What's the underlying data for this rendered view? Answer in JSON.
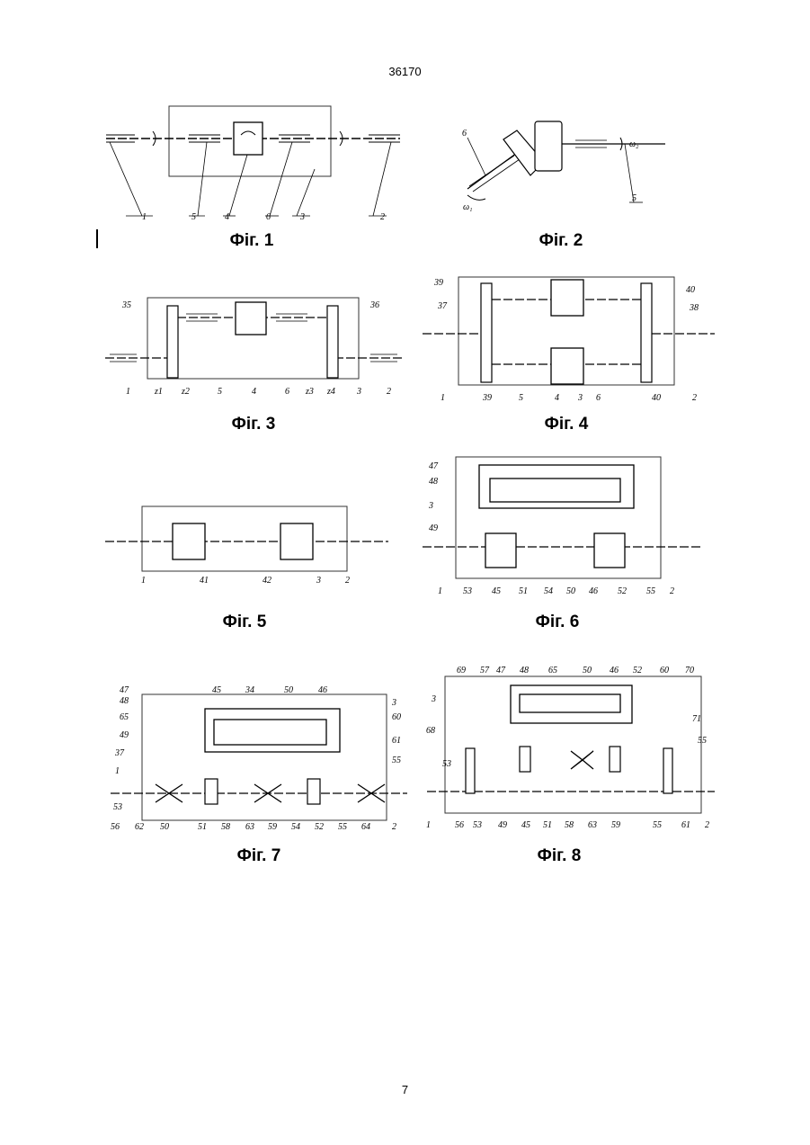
{
  "header": {
    "doc_number": "36170"
  },
  "footer": {
    "page_number": "7"
  },
  "figures": [
    {
      "caption": "Фіг. 1",
      "labels": [
        "1",
        "5",
        "4",
        "6",
        "3",
        "2"
      ]
    },
    {
      "caption": "Фіг. 2",
      "labels": [
        "6",
        "5",
        "ω₁",
        "ω₂"
      ]
    },
    {
      "caption": "Фіг. 3",
      "labels": [
        "35",
        "36",
        "1",
        "z1",
        "z2",
        "5",
        "4",
        "6",
        "z3",
        "z4",
        "3",
        "2"
      ]
    },
    {
      "caption": "Фіг. 4",
      "labels": [
        "39",
        "37",
        "40",
        "38",
        "1",
        "39",
        "5",
        "4",
        "3",
        "6",
        "40",
        "2"
      ]
    },
    {
      "caption": "Фіг. 5",
      "labels": [
        "1",
        "41",
        "42",
        "3",
        "2"
      ]
    },
    {
      "caption": "Фіг. 6",
      "labels": [
        "47",
        "48",
        "3",
        "49",
        "1",
        "53",
        "45",
        "51",
        "54",
        "50",
        "46",
        "52",
        "55",
        "2"
      ]
    },
    {
      "caption": "Фіг. 7",
      "labels": [
        "47",
        "48",
        "65",
        "49",
        "37",
        "1",
        "53",
        "56",
        "62",
        "50",
        "45",
        "34",
        "50",
        "46",
        "3",
        "60",
        "61",
        "55",
        "51",
        "58",
        "63",
        "59",
        "54",
        "52",
        "55",
        "64",
        "2"
      ]
    },
    {
      "caption": "Фіг. 8",
      "labels": [
        "69",
        "57",
        "47",
        "48",
        "65",
        "50",
        "46",
        "52",
        "60",
        "70",
        "3",
        "68",
        "53",
        "1",
        "71",
        "55",
        "53",
        "49",
        "45",
        "51",
        "58",
        "63",
        "59",
        "55",
        "61",
        "2",
        "56"
      ]
    }
  ]
}
